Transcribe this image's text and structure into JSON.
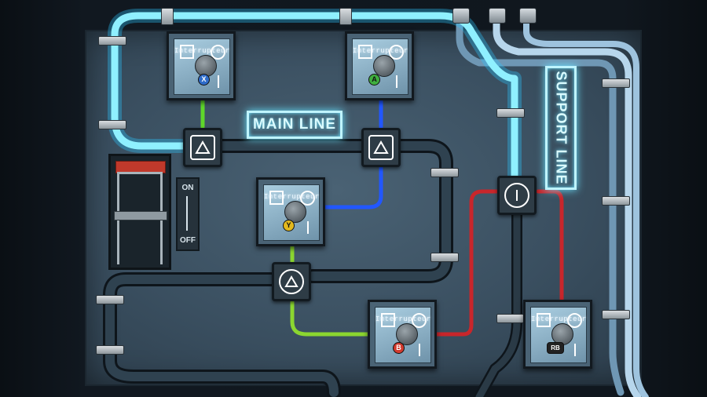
{
  "labels": {
    "main_line": "MAIN LINE",
    "support_line": "SUPPORT LINE",
    "on": "ON",
    "off": "OFF"
  },
  "breakers": [
    {
      "id": "top-left",
      "title": "Interrupteur",
      "button": "X",
      "button_color": "#2f6cc9"
    },
    {
      "id": "top-center",
      "title": "Interrupteur",
      "button": "A",
      "button_color": "#3fae3f"
    },
    {
      "id": "middle",
      "title": "Interrupteur",
      "button": "Y",
      "button_color": "#e3b91d"
    },
    {
      "id": "bottom-center",
      "title": "Interrupteur",
      "button": "B",
      "button_color": "#d23a2e"
    },
    {
      "id": "bottom-right",
      "title": "Interrupteur",
      "button": "RB",
      "button_color": "#222222"
    }
  ],
  "junction_symbols": [
    "triangle",
    "triangle-boxed",
    "triangle-circle",
    "circle-bar"
  ],
  "colors": {
    "cyan_pipe": "#7fe8ff",
    "pale_pipe": "#a9d4ef",
    "dark_pipe": "#1d2a35",
    "blue_wire": "#2060ff",
    "green_wire": "#7fd72a",
    "red_wire": "#c5242a"
  }
}
